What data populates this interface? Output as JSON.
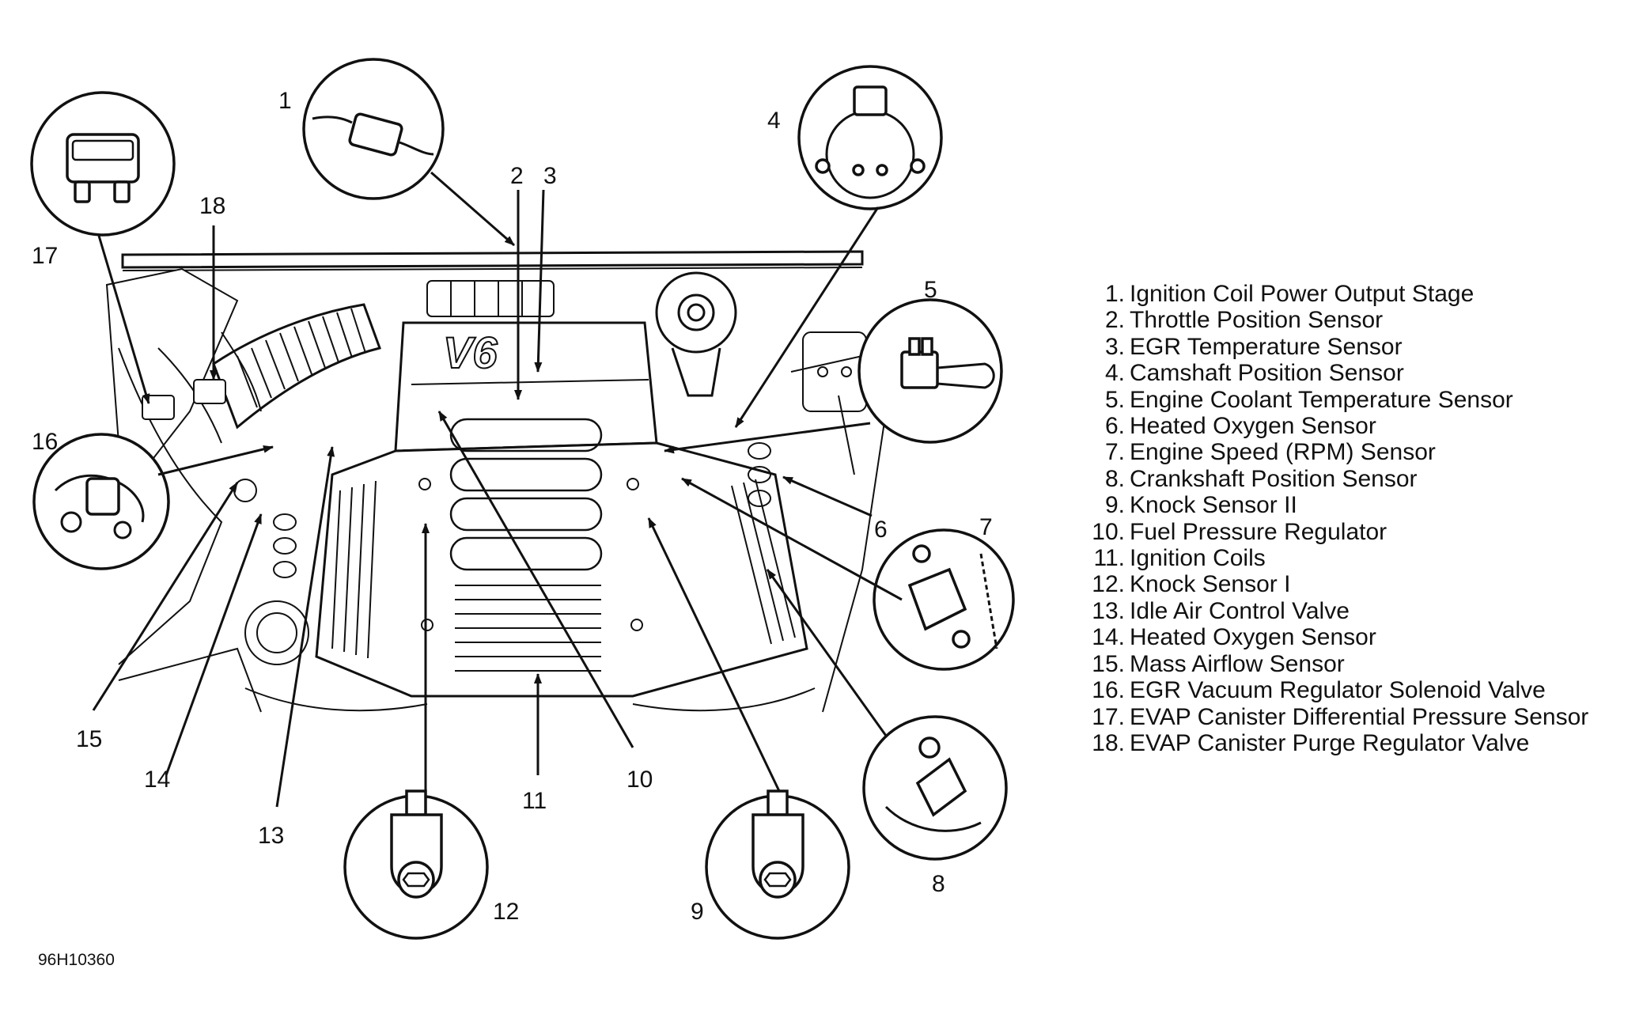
{
  "figure_id": "96H10360",
  "callouts": [
    "1",
    "2",
    "3",
    "4",
    "5",
    "6",
    "7",
    "8",
    "9",
    "10",
    "11",
    "12",
    "13",
    "14",
    "15",
    "16",
    "17",
    "18"
  ],
  "engine_badge": "V6",
  "legend": [
    {
      "num": "1.",
      "label": "Ignition Coil Power Output Stage"
    },
    {
      "num": "2.",
      "label": "Throttle Position Sensor"
    },
    {
      "num": "3.",
      "label": "EGR Temperature Sensor"
    },
    {
      "num": "4.",
      "label": "Camshaft Position Sensor"
    },
    {
      "num": "5.",
      "label": "Engine Coolant Temperature Sensor"
    },
    {
      "num": "6.",
      "label": "Heated Oxygen Sensor"
    },
    {
      "num": "7.",
      "label": "Engine Speed (RPM) Sensor"
    },
    {
      "num": "8.",
      "label": "Crankshaft Position Sensor"
    },
    {
      "num": "9.",
      "label": "Knock Sensor II"
    },
    {
      "num": "10.",
      "label": "Fuel Pressure Regulator"
    },
    {
      "num": "11.",
      "label": "Ignition Coils"
    },
    {
      "num": "12.",
      "label": "Knock Sensor I"
    },
    {
      "num": "13.",
      "label": "Idle Air Control Valve"
    },
    {
      "num": "14.",
      "label": "Heated Oxygen Sensor"
    },
    {
      "num": "15.",
      "label": "Mass Airflow Sensor"
    },
    {
      "num": "16.",
      "label": "EGR Vacuum Regulator Solenoid Valve"
    },
    {
      "num": "17.",
      "label": "EVAP Canister Differential Pressure Sensor"
    },
    {
      "num": "18.",
      "label": "EVAP Canister Purge Regulator Valve"
    }
  ]
}
